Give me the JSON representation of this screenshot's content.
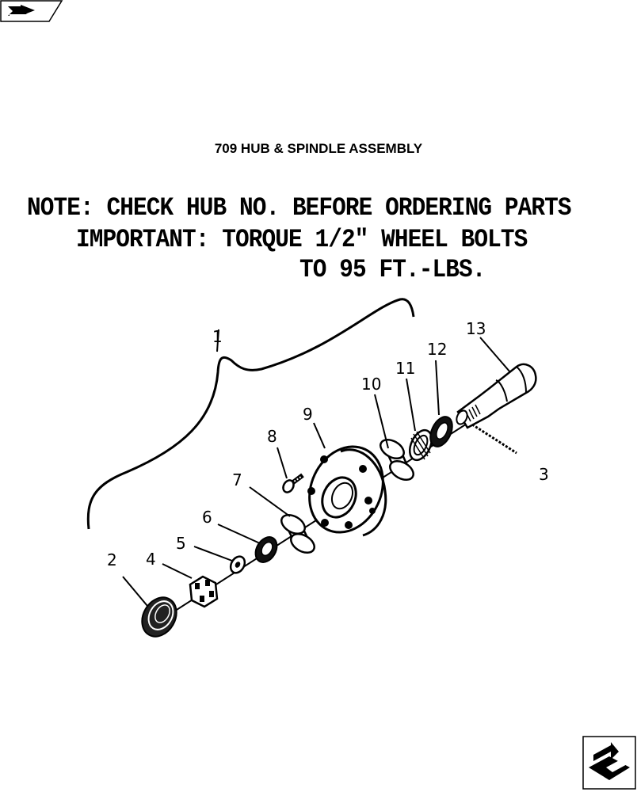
{
  "header_badge": {
    "icon": "book-arrow-icon"
  },
  "title": "709 HUB & SPINDLE ASSEMBLY",
  "notes": {
    "line1": "NOTE: CHECK HUB NO. BEFORE ORDERING PARTS",
    "line2": "IMPORTANT: TORQUE 1/2\" WHEEL BOLTS",
    "line3": "TO 95 FT.-LBS."
  },
  "callouts": {
    "c1": "1",
    "c2": "2",
    "c3": "3",
    "c4": "4",
    "c5": "5",
    "c6": "6",
    "c7": "7",
    "c8": "8",
    "c9": "9",
    "c10": "10",
    "c11": "11",
    "c12": "12",
    "c13": "13"
  },
  "footer_badge": {
    "icon": "next-page-arrow-icon"
  }
}
